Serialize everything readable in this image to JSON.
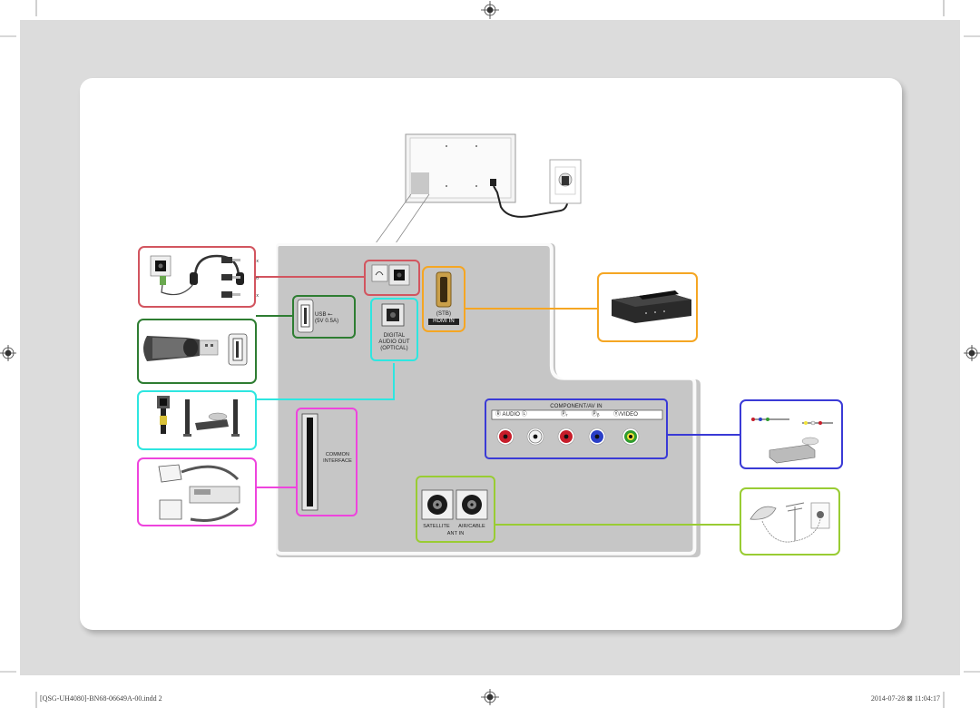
{
  "ports": {
    "usb_label": "USB",
    "usb_power": "(5V 0.5A)",
    "optical_1": "DIGITAL",
    "optical_2": "AUDIO OUT",
    "optical_3": "(OPTICAL)",
    "hdmi_stb": "(STB)",
    "hdmi_in": "HDMI IN",
    "common_1": "COMMON",
    "common_2": "INTERFACE",
    "component_title": "COMPONENT/AV IN",
    "component_audio": "Ⓡ AUDIO Ⓛ",
    "component_pr": "Ⓟᵣ",
    "component_pb": "Ⓟᵦ",
    "component_video": "Ⓨ/VIDEO",
    "ant_satellite": "SATELLITE",
    "ant_aircable": "AIR/CABLE",
    "ant_in": "ANT IN"
  },
  "headphone_jack_labels": [
    "x",
    "o",
    "x"
  ],
  "footer": {
    "file": "[QSG-UH4080]-BN68-06649A-00.indd   2",
    "date": "2014-07-28   ⊠ 11:04:17"
  },
  "colors": {
    "headphone": "#d2555f",
    "usb": "#2e7d32",
    "optical": "#2ee6e0",
    "hdmi": "#f5a623",
    "common_interface": "#ee44dd",
    "component": "#3a3ad6",
    "antenna": "#99cc33",
    "panel": "#c8c8c8"
  }
}
